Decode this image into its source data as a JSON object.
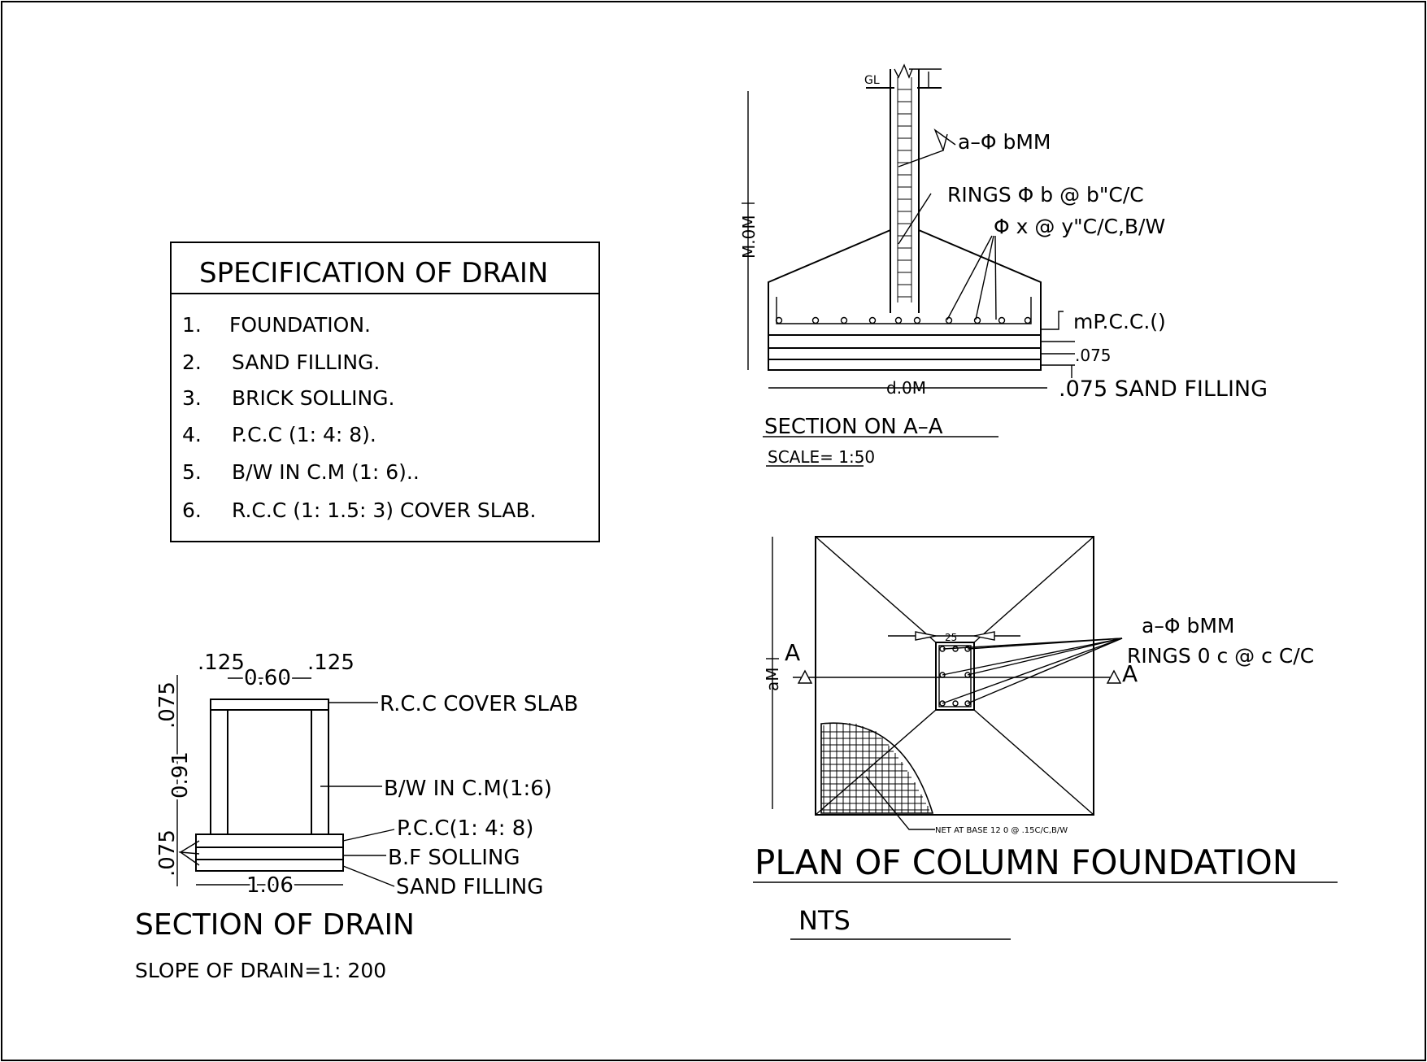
{
  "spec": {
    "title": "SPECIFICATION OF DRAIN",
    "items": [
      {
        "num": "1.",
        "text": "FOUNDATION."
      },
      {
        "num": "2.",
        "text": "SAND FILLING."
      },
      {
        "num": "3.",
        "text": "BRICK SOLLING."
      },
      {
        "num": "4.",
        "text": "P.C.C (1: 4: 8)."
      },
      {
        "num": "5.",
        "text": "B/W IN C.M (1: 6).."
      },
      {
        "num": "6.",
        "text": "R.C.C (1: 1.5: 3) COVER SLAB."
      }
    ]
  },
  "section_aa": {
    "gl": "GL",
    "bar_label": "a–Φ bMM",
    "rings_label": "RINGS Φ b @ b\"C/C",
    "mesh_label": "Φ x @ y\"C/C,B/W",
    "height_dim": "M.0M",
    "width_dim": "d.0M",
    "pcc_label": "mP.C.C.()",
    "layer_075": ".075",
    "sand_label": ".075 SAND FILLING",
    "title": "SECTION ON A–A",
    "scale": "SCALE= 1:50"
  },
  "plan": {
    "col_dim": "25",
    "bar_label": "a–Φ bMM",
    "rings_label": "RINGS 0 c @ c C/C",
    "section_mark": "A",
    "height_dim": "aM",
    "net_label": "NET AT BASE 12 0 @ .15C/C,B/W",
    "title": "PLAN OF COLUMN FOUNDATION",
    "nts": "NTS"
  },
  "drain": {
    "dim_125_left": ".125",
    "dim_060": "0.60",
    "dim_125_right": ".125",
    "dim_075_top": ".075",
    "dim_091": "0.91",
    "dim_075_bottom": ".075",
    "dim_106": "1.06",
    "cover_slab": "R.C.C COVER SLAB",
    "bw": "B/W IN C.M(1:6)",
    "pcc": "P.C.C(1: 4: 8)",
    "bf": "B.F SOLLING",
    "sand": "SAND FILLING",
    "title": "SECTION OF  DRAIN",
    "slope": "SLOPE OF DRAIN=1: 200"
  }
}
